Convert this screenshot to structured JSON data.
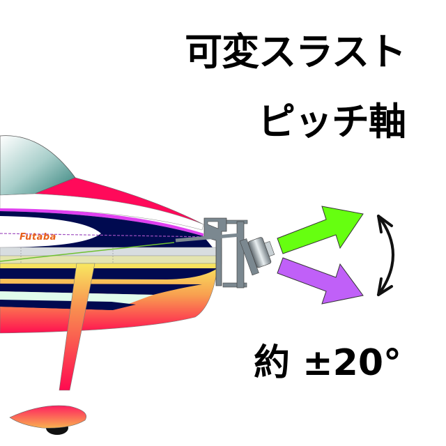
{
  "title": {
    "line1": "可変スラスト",
    "line2": "ピッチ軸"
  },
  "annotation": {
    "angle_label": "約 ±20°"
  },
  "aircraft": {
    "brand_decal": "Futaba"
  },
  "colors": {
    "canopy": "#2f7f78",
    "pink_stripe": "#ff0a5a",
    "navy_stripe": "#000a50",
    "magenta_line": "#e040f0",
    "belly_top": "#f8e860",
    "belly_bottom": "#ff1050",
    "arrow_up": "#66ff10",
    "arrow_down": "#c060f8",
    "mount_gray": "#7b8890"
  }
}
